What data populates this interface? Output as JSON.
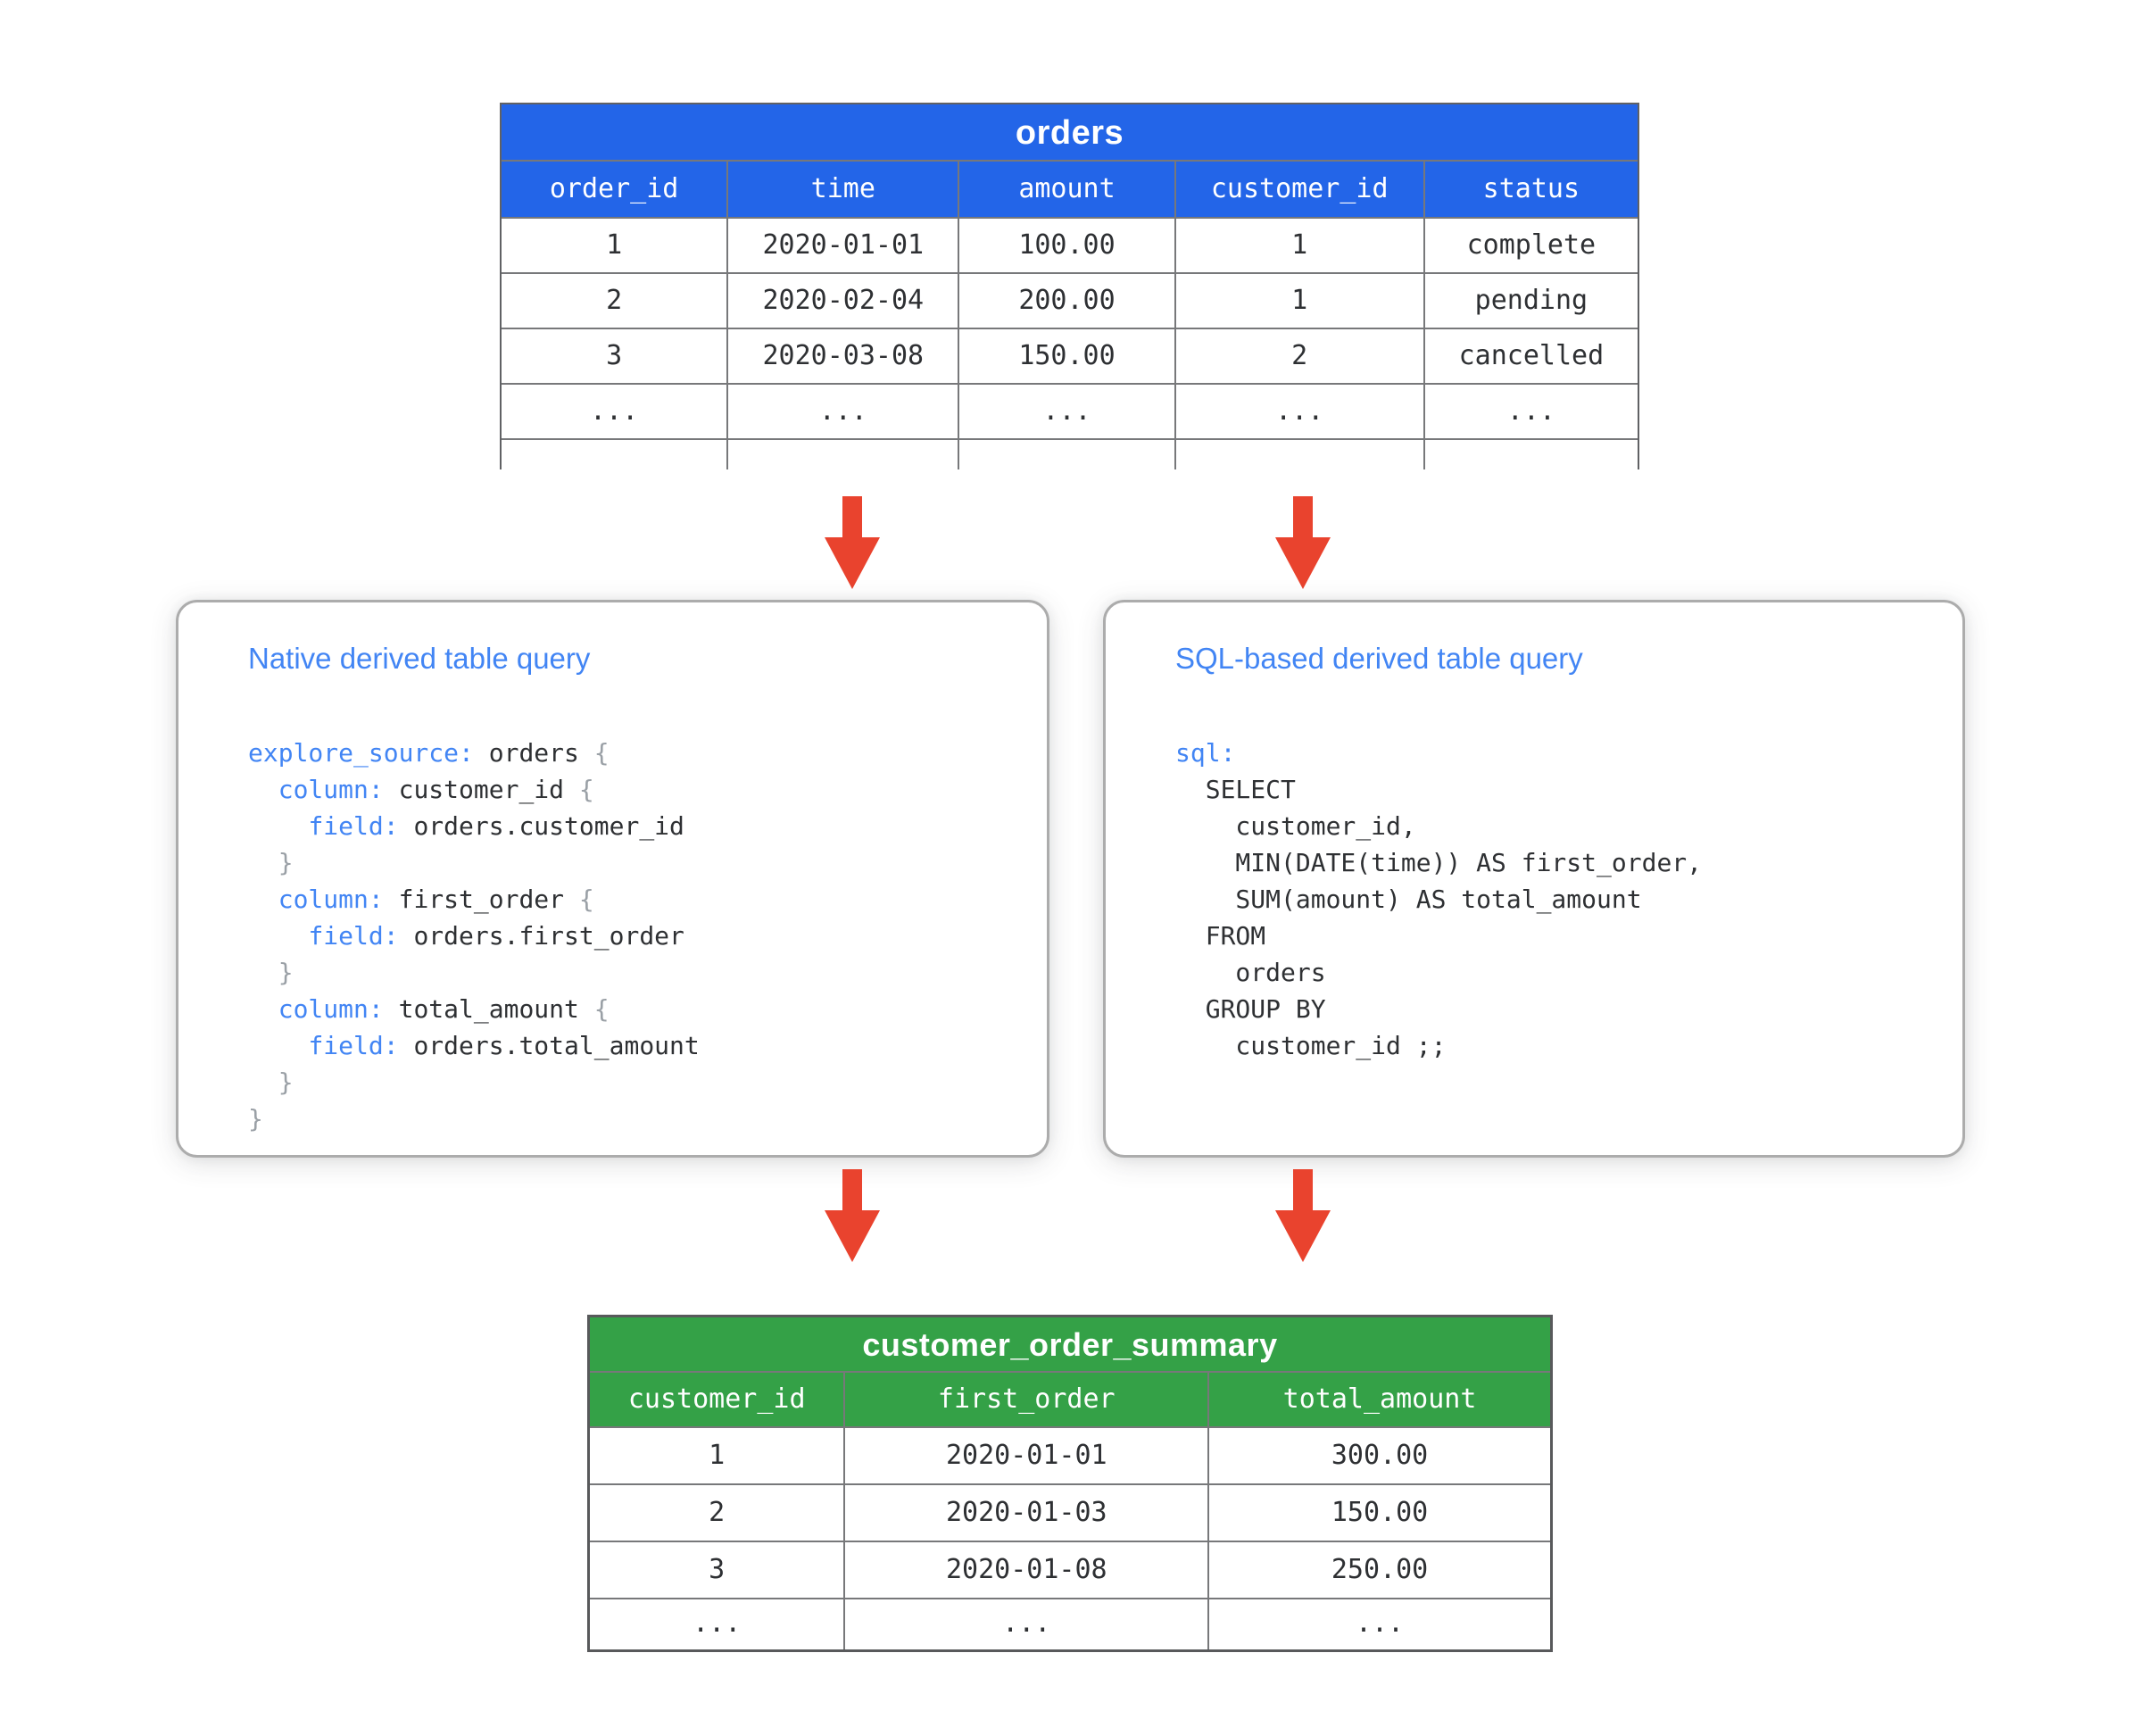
{
  "colors": {
    "table_blue": "#2365E8",
    "table_green": "#34A147",
    "arrow_red": "#E9432E",
    "title_blue": "#4285F4",
    "grid_line": "#77787a"
  },
  "orders_table": {
    "title": "orders",
    "columns": [
      "order_id",
      "time",
      "amount",
      "customer_id",
      "status"
    ],
    "rows": [
      [
        "1",
        "2020-01-01",
        "100.00",
        "1",
        "complete"
      ],
      [
        "2",
        "2020-02-04",
        "200.00",
        "1",
        "pending"
      ],
      [
        "3",
        "2020-03-08",
        "150.00",
        "2",
        "cancelled"
      ],
      [
        "...",
        "...",
        "...",
        "...",
        "..."
      ]
    ]
  },
  "native_box": {
    "title": "Native derived table query",
    "code": [
      [
        {
          "c": "k",
          "t": "explore_source:"
        },
        {
          "c": "p",
          "t": " orders "
        },
        {
          "c": "b",
          "t": "{"
        }
      ],
      [
        {
          "c": "p",
          "t": "  "
        },
        {
          "c": "k",
          "t": "column:"
        },
        {
          "c": "p",
          "t": " customer_id "
        },
        {
          "c": "b",
          "t": "{"
        }
      ],
      [
        {
          "c": "p",
          "t": "    "
        },
        {
          "c": "k",
          "t": "field:"
        },
        {
          "c": "p",
          "t": " orders.customer_id"
        }
      ],
      [
        {
          "c": "p",
          "t": "  "
        },
        {
          "c": "b",
          "t": "}"
        }
      ],
      [
        {
          "c": "p",
          "t": "  "
        },
        {
          "c": "k",
          "t": "column:"
        },
        {
          "c": "p",
          "t": " first_order "
        },
        {
          "c": "b",
          "t": "{"
        }
      ],
      [
        {
          "c": "p",
          "t": "    "
        },
        {
          "c": "k",
          "t": "field:"
        },
        {
          "c": "p",
          "t": " orders.first_order"
        }
      ],
      [
        {
          "c": "p",
          "t": "  "
        },
        {
          "c": "b",
          "t": "}"
        }
      ],
      [
        {
          "c": "p",
          "t": "  "
        },
        {
          "c": "k",
          "t": "column:"
        },
        {
          "c": "p",
          "t": " total_amount "
        },
        {
          "c": "b",
          "t": "{"
        }
      ],
      [
        {
          "c": "p",
          "t": "    "
        },
        {
          "c": "k",
          "t": "field:"
        },
        {
          "c": "p",
          "t": " orders.total_amount"
        }
      ],
      [
        {
          "c": "p",
          "t": "  "
        },
        {
          "c": "b",
          "t": "}"
        }
      ],
      [
        {
          "c": "b",
          "t": "}"
        }
      ]
    ]
  },
  "sql_box": {
    "title": "SQL-based derived table query",
    "code": [
      [
        {
          "c": "k",
          "t": "sql:"
        }
      ],
      [
        {
          "c": "p",
          "t": "  SELECT"
        }
      ],
      [
        {
          "c": "p",
          "t": "    customer_id,"
        }
      ],
      [
        {
          "c": "p",
          "t": "    MIN(DATE(time)) AS first_order,"
        }
      ],
      [
        {
          "c": "p",
          "t": "    SUM(amount) AS total_amount"
        }
      ],
      [
        {
          "c": "p",
          "t": "  FROM"
        }
      ],
      [
        {
          "c": "p",
          "t": "    orders"
        }
      ],
      [
        {
          "c": "p",
          "t": "  GROUP BY"
        }
      ],
      [
        {
          "c": "p",
          "t": "    customer_id ;;"
        }
      ]
    ]
  },
  "summary_table": {
    "title": "customer_order_summary",
    "columns": [
      "customer_id",
      "first_order",
      "total_amount"
    ],
    "rows": [
      [
        "1",
        "2020-01-01",
        "300.00"
      ],
      [
        "2",
        "2020-01-03",
        "150.00"
      ],
      [
        "3",
        "2020-01-08",
        "250.00"
      ],
      [
        "...",
        "...",
        "..."
      ]
    ]
  }
}
